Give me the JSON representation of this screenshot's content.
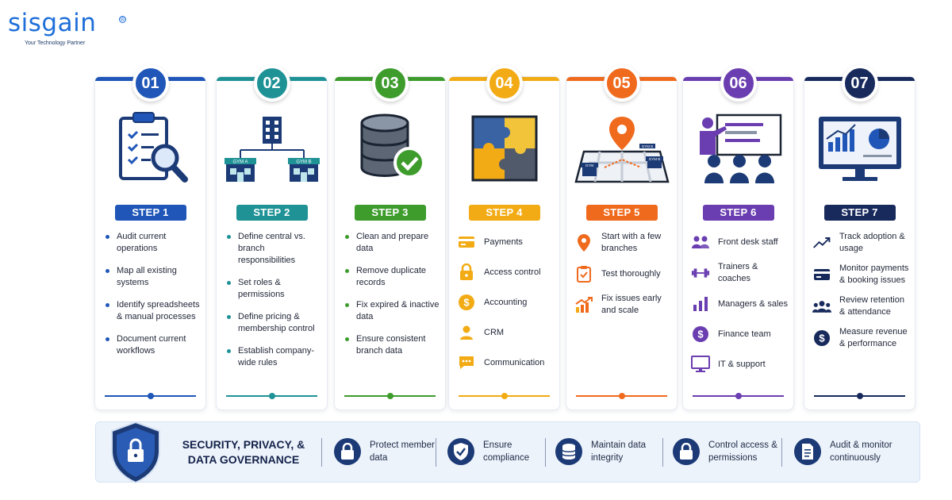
{
  "brand": {
    "name": "sisgain",
    "tagline": "Your Technology Partner",
    "color": "#1e6fd9"
  },
  "steps": [
    {
      "num": "01",
      "label": "STEP 1",
      "color": "#1f56b8",
      "items": [
        {
          "text": "Audit current operations"
        },
        {
          "text": "Map all existing systems"
        },
        {
          "text": "Identify spreadsheets & manual processes"
        },
        {
          "text": "Document current workflows"
        }
      ]
    },
    {
      "num": "02",
      "label": "STEP 2",
      "color": "#1f9296",
      "illus_labels": [
        "GYM A",
        "GYM B"
      ],
      "items": [
        {
          "text": "Define central vs. branch responsibilities"
        },
        {
          "text": "Set roles & permissions"
        },
        {
          "text": "Define pricing & membership control"
        },
        {
          "text": "Establish company-wide rules"
        }
      ]
    },
    {
      "num": "03",
      "label": "STEP 3",
      "color": "#3e9c2d",
      "items": [
        {
          "text": "Clean and prepare data"
        },
        {
          "text": "Remove duplicate records"
        },
        {
          "text": "Fix expired & inactive data"
        },
        {
          "text": "Ensure consistent branch data"
        }
      ]
    },
    {
      "num": "04",
      "label": "STEP 4",
      "color": "#f2ab14",
      "items": [
        {
          "text": "Payments",
          "icon": "credit-card-icon"
        },
        {
          "text": "Access control",
          "icon": "lock-icon"
        },
        {
          "text": "Accounting",
          "icon": "dollar-icon"
        },
        {
          "text": "CRM",
          "icon": "user-icon"
        },
        {
          "text": "Communication",
          "icon": "chat-icon"
        }
      ]
    },
    {
      "num": "05",
      "label": "STEP 5",
      "color": "#f06a1d",
      "illus_labels": [
        "GYM",
        "GYM B",
        "GYM B"
      ],
      "items": [
        {
          "text": "Start with a few branches",
          "icon": "location-pin-icon"
        },
        {
          "text": "Test thoroughly",
          "icon": "clipboard-check-icon"
        },
        {
          "text": "Fix issues early and scale",
          "icon": "growth-chart-icon"
        }
      ]
    },
    {
      "num": "06",
      "label": "STEP 6",
      "color": "#6a3eb0",
      "items": [
        {
          "text": "Front desk staff",
          "icon": "people-icon"
        },
        {
          "text": "Trainers & coaches",
          "icon": "dumbbell-icon"
        },
        {
          "text": "Managers & sales",
          "icon": "bar-chart-icon"
        },
        {
          "text": "Finance team",
          "icon": "dollar-icon"
        },
        {
          "text": "IT & support",
          "icon": "monitor-icon"
        }
      ]
    },
    {
      "num": "07",
      "label": "STEP 7",
      "color": "#182a5c",
      "items": [
        {
          "text": "Track adoption & usage",
          "icon": "trend-icon"
        },
        {
          "text": "Monitor payments & booking issues",
          "icon": "credit-card-icon"
        },
        {
          "text": "Review retention & attendance",
          "icon": "group-icon"
        },
        {
          "text": "Measure revenue & performance",
          "icon": "dollar-icon"
        }
      ]
    }
  ],
  "security": {
    "title": "SECURITY, PRIVACY, & DATA GOVERNANCE",
    "items": [
      {
        "text": "Protect member data",
        "icon": "lock-icon"
      },
      {
        "text": "Ensure compliance",
        "icon": "shield-check-icon"
      },
      {
        "text": "Maintain data integrity",
        "icon": "database-icon"
      },
      {
        "text": "Control access & permissions",
        "icon": "lock-icon"
      },
      {
        "text": "Audit & monitor continuously",
        "icon": "document-icon"
      }
    ]
  }
}
